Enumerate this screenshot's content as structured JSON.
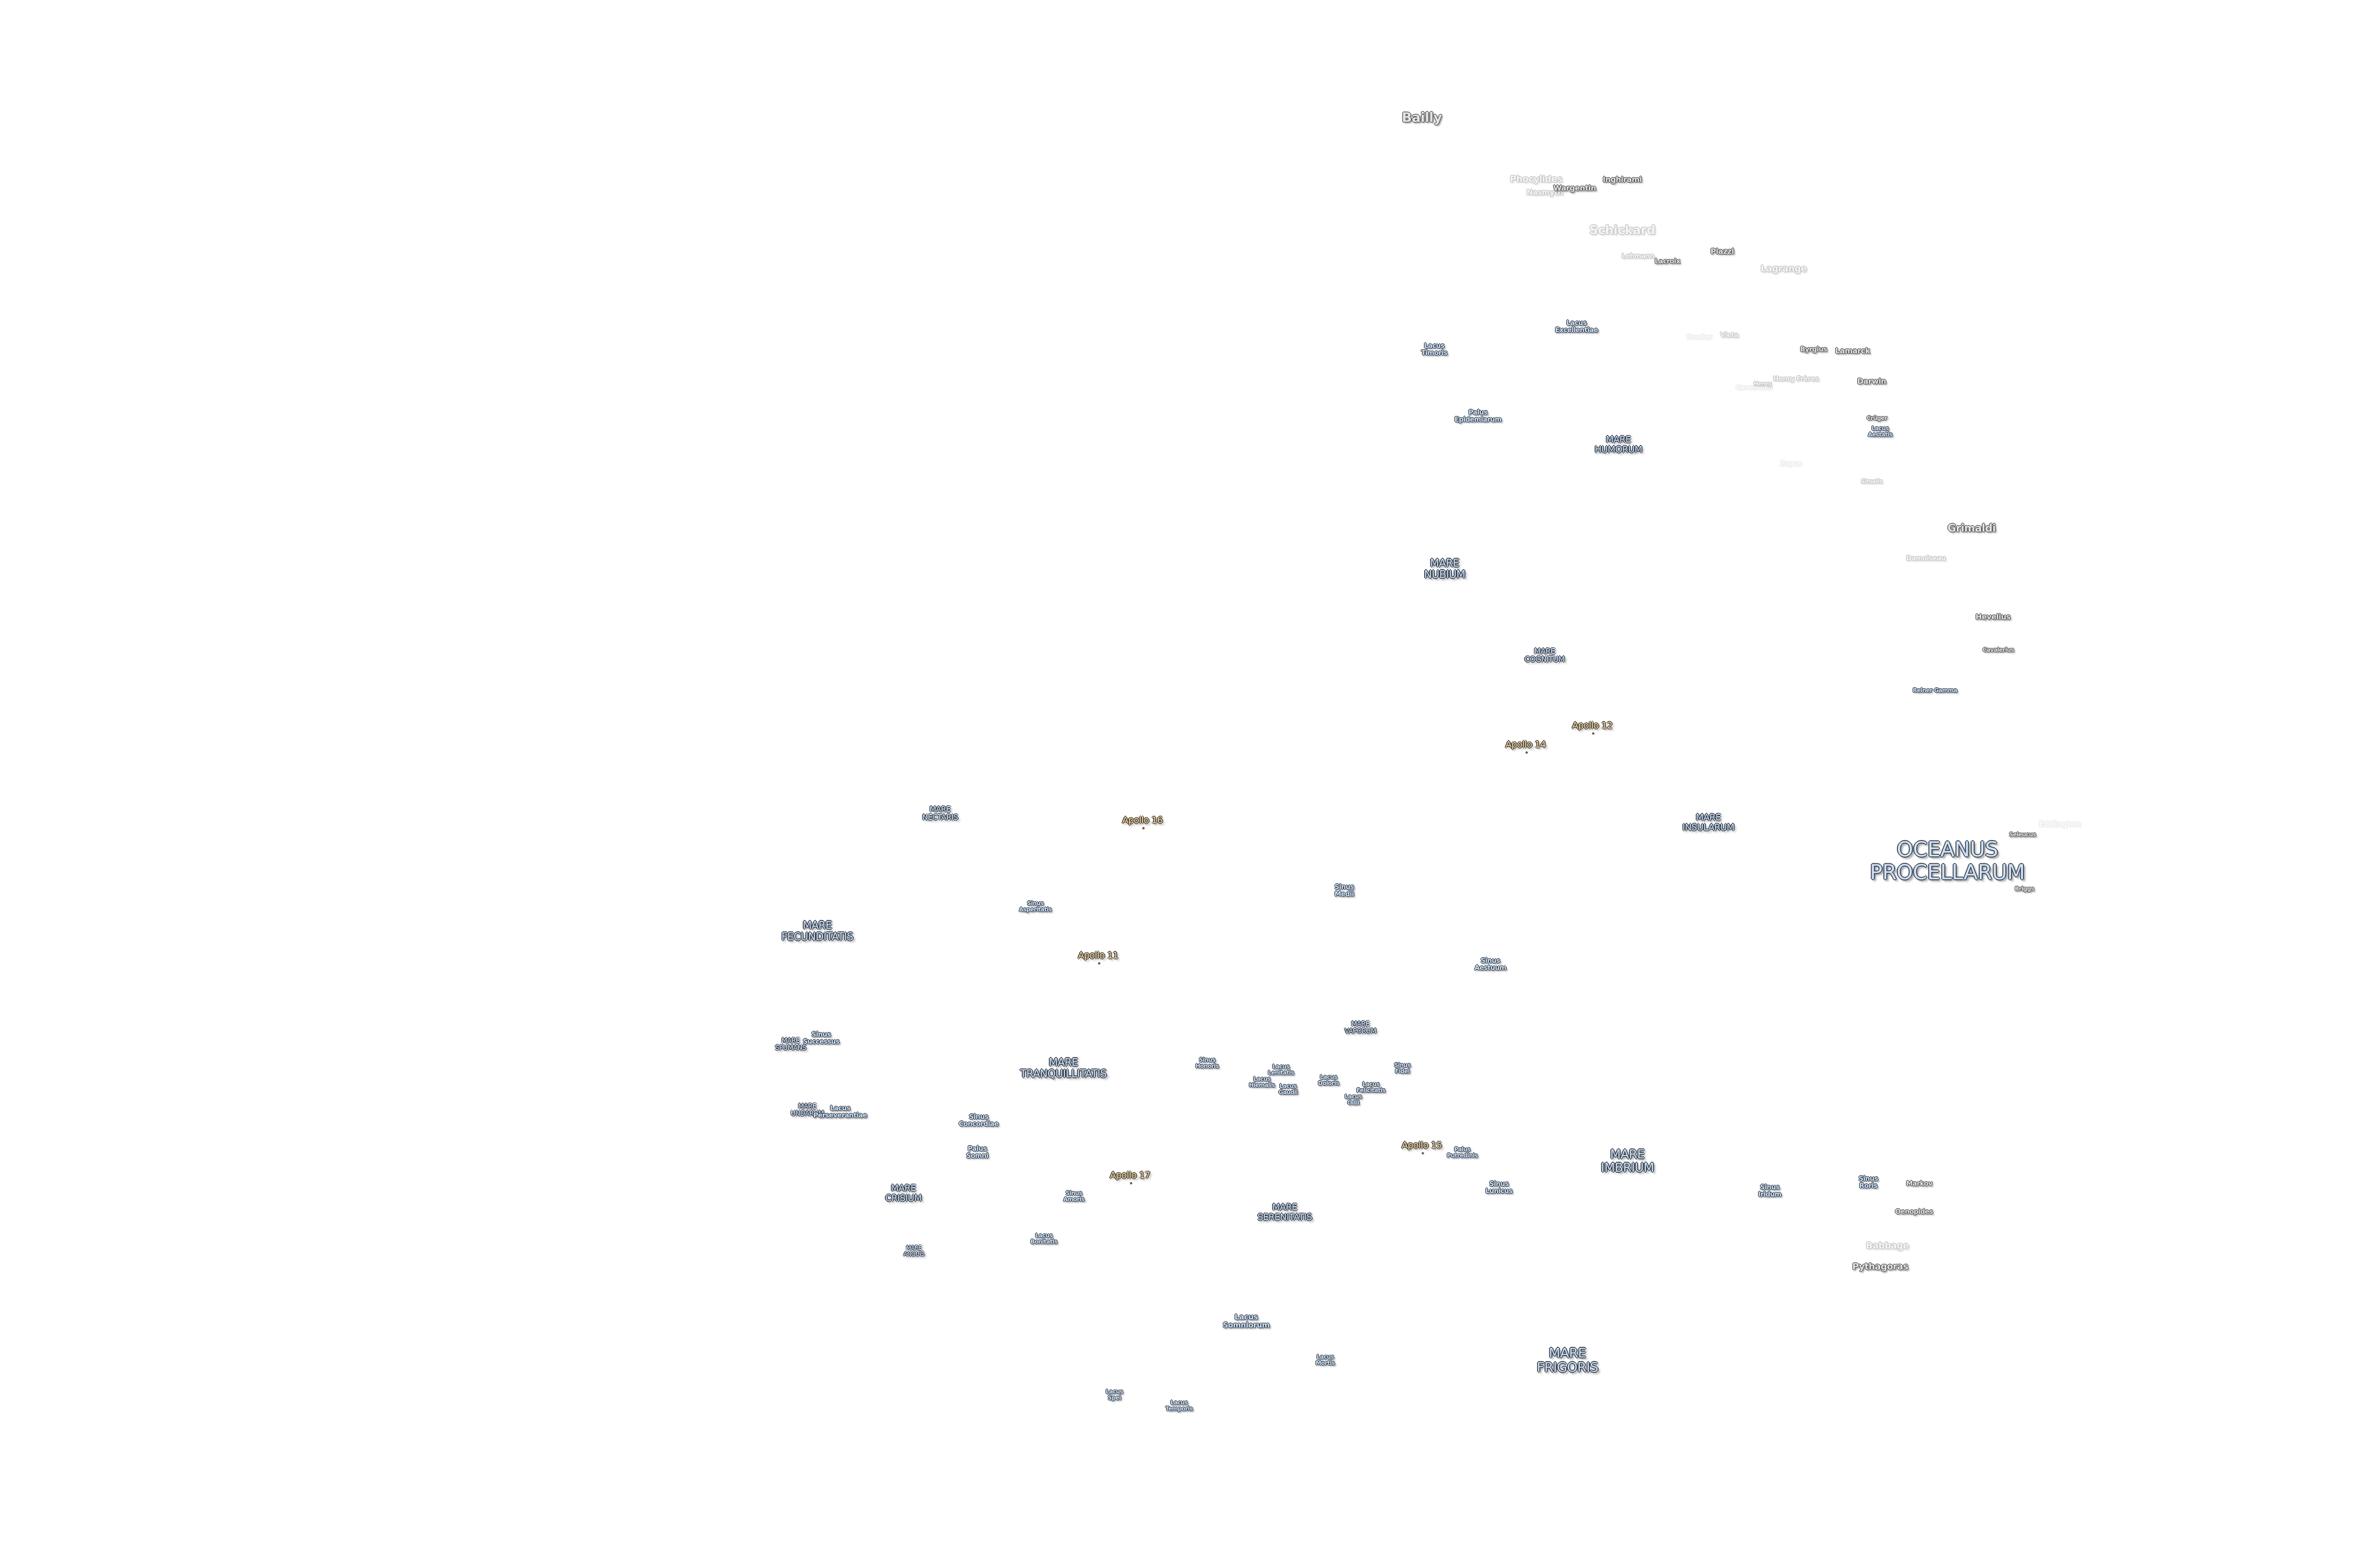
{
  "colors": {
    "sea_fill": "#cfe3f7",
    "crater_fill": "#e4e4e4",
    "apollo_fill": "#f3dcae",
    "outline": "#3a4250",
    "background": "#ffffff"
  },
  "labels": {
    "bailly": "Bailly",
    "phocylides": "Phocylides",
    "nasmyth": "Nasmyth",
    "wargentin": "Wargentin",
    "inghirami": "Inghirami",
    "schickard": "Schickard",
    "lehmann": "Lehmann",
    "lacroix": "Lacroix",
    "piazzi": "Piazzi",
    "lagrange": "Lagrange",
    "lacus_excellentiae": "Lacus\nExcellentiae",
    "lacus_timoris": "Lacus\nTimoris",
    "fourier": "Fourier",
    "vieta": "Vieta",
    "byrgius": "Byrgius",
    "lamarck": "Lamarck",
    "darwin": "Darwin",
    "henry": "Henry",
    "henry_freres": "Henry Frères",
    "cavendish": "Cavendish",
    "palus_epidemiarum": "Palus\nEpidemiarum",
    "mare_humorum": "MARE\nHUMORUM",
    "cruger": "Crüger",
    "lacus_aestatis": "Lacus\nAestatis",
    "zupus": "Zupus",
    "sirsalis": "Sirsalis",
    "grimaldi": "Grimaldi",
    "mare_nubium": "MARE\nNUBIUM",
    "damoiseau": "Damoiseau",
    "hevelius": "Hevelius",
    "mare_cognitum": "MARE\nCOGNITUM",
    "cavalerius": "Cavalerius",
    "reiner_gamma": "Reiner Gamma",
    "apollo_12": "Apollo 12",
    "apollo_14": "Apollo 14",
    "mare_nectaris": "MARE\nNECTARIS",
    "apollo_16": "Apollo 16",
    "mare_insularum": "MARE\nINSULARUM",
    "eddington": "Eddington",
    "seleucus": "Seleucus",
    "oceanus_procellarum": "OCEANUS\nPROCELLARUM",
    "briggs": "Briggs",
    "sinus_medii": "Sinus\nMedii",
    "sinus_asperitatis": "Sinus\nAsperitatis",
    "mare_fecunditatis": "MARE\nFECUNDITATIS",
    "apollo_11": "Apollo 11",
    "sinus_aestuum": "Sinus\nAestuum",
    "mare_vaporum": "MARE\nVAPORUM",
    "mare_spumans": "MARE\nSPUMANS",
    "sinus_successus": "Sinus\nSuccessus",
    "mare_tranquillitatis": "MARE\nTRANQUILLITATIS",
    "sinus_honoris": "Sinus\nHonoris",
    "lacus_lenitatis": "Lacus\nLenitatis",
    "lacus_hiemalis": "Lacus\nHiemalis",
    "lacus_gaudii": "Lacus\nGaudii",
    "lacus_doloris": "Lacus\nDoloris",
    "sinus_fidei": "Sinus\nFidei",
    "lacus_felicitatis": "Lacus\nFelicitatis",
    "lacus_odii": "Lacus\nOdii",
    "mare_undarum": "MARE\nUNDARUM",
    "lacus_perseverantiae": "Lacus\nPerseverantiae",
    "sinus_concordiae": "Sinus\nConcordiae",
    "palus_somni": "Palus\nSomni",
    "apollo_15": "Apollo 15",
    "palus_putredinis": "Palus\nPutredinis",
    "mare_imbrium": "MARE\nIMBRIUM",
    "apollo_17": "Apollo 17",
    "sinus_lunicus": "Sinus\nLunicus",
    "sinus_iridum": "Sinus\nIridum",
    "sinus_roris": "Sinus\nRoris",
    "markov": "Markov",
    "mare_crisium": "MARE\nCRISIUM",
    "sinus_amoris": "Sinus\nAmoris",
    "mare_serenitatis": "MARE\nSERENITATIS",
    "oenopides": "Oenopides",
    "lacus_bonitatis": "Lacus\nBonitatis",
    "babbage": "Babbage",
    "mare_anguis": "MARE\nANGUIS",
    "pythagoras": "Pythagoras",
    "lacus_somniorum": "Lacus\nSomniorum",
    "lacus_mortis": "Lacus\nMortis",
    "mare_frigoris": "MARE\nFRIGORIS",
    "lacus_spei": "Lacus\nSpei",
    "lacus_temporis": "Lacus\nTemporis"
  }
}
